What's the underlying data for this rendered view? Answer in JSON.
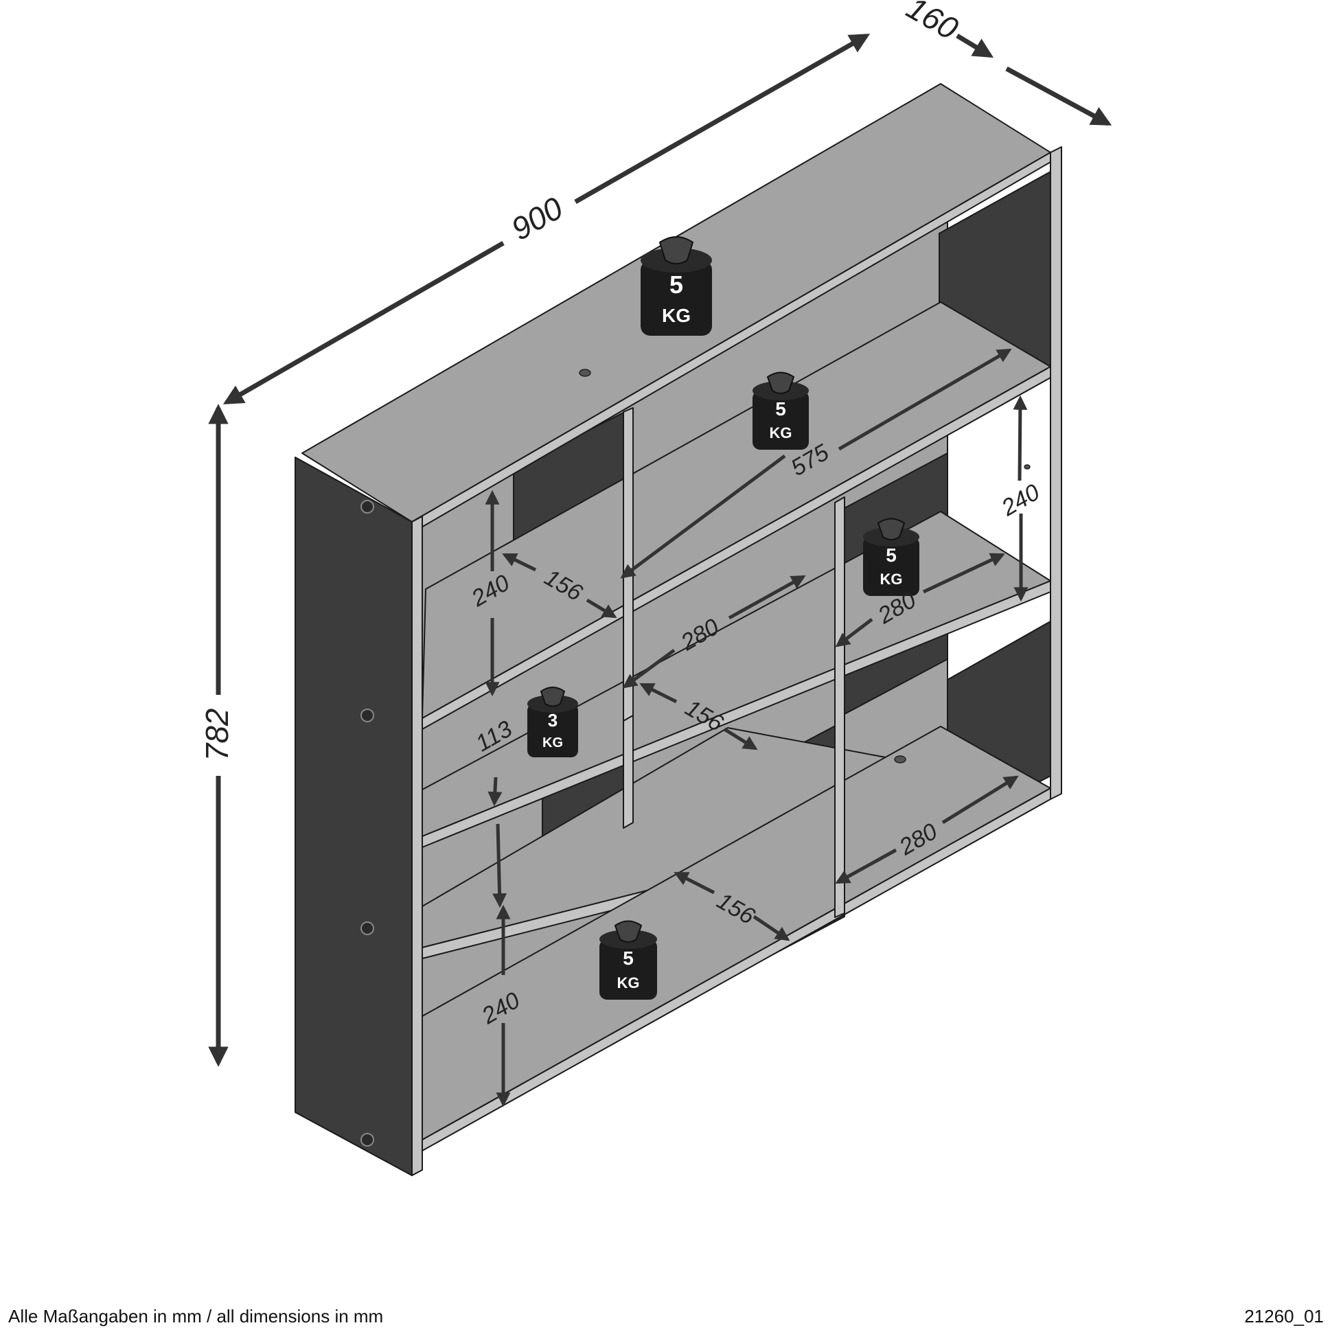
{
  "colors": {
    "front_face": "#a3a3a3",
    "side_face": "#3c3c3c",
    "edge": "#c4c4c4",
    "outline": "#1a1a1a",
    "arrow": "#333333",
    "weight": "#1c1c1c"
  },
  "dimensions": {
    "width": "900",
    "depth": "160",
    "height": "782",
    "inner_575": "575",
    "inner_240_top_left": "240",
    "inner_156_top": "156",
    "inner_280_mid": "280",
    "inner_156_mid": "156",
    "inner_113": "113",
    "inner_240_right": "240",
    "inner_280_right": "280",
    "inner_280_bottom": "280",
    "inner_156_bottom": "156",
    "inner_240_bottom": "240"
  },
  "weights": [
    {
      "value": "5",
      "unit": "KG"
    },
    {
      "value": "5",
      "unit": "KG"
    },
    {
      "value": "5",
      "unit": "KG"
    },
    {
      "value": "3",
      "unit": "KG"
    },
    {
      "value": "5",
      "unit": "KG"
    }
  ],
  "footer": {
    "note": "Alle Maßangaben in mm / all dimensions in mm",
    "code": "21260_01"
  }
}
